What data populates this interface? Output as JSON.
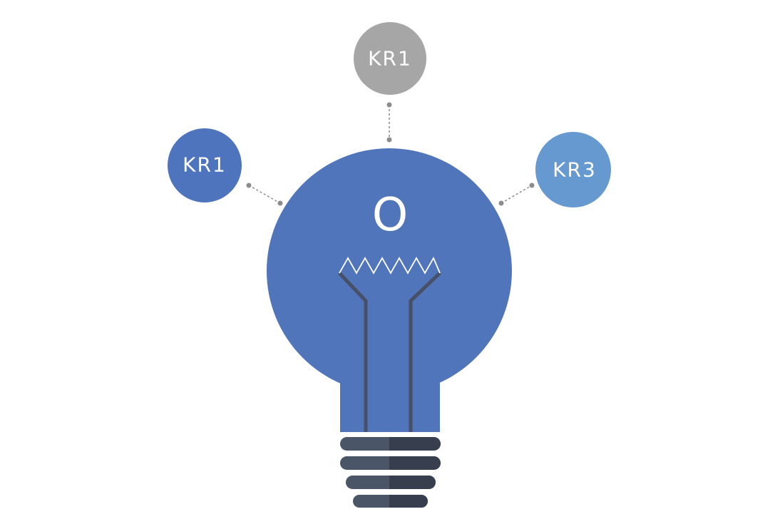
{
  "objective": {
    "label": "O",
    "color": "#5075ba"
  },
  "key_results": [
    {
      "label": "KR1",
      "color": "#4d74bd",
      "position": "left"
    },
    {
      "label": "KR1",
      "color": "#a6a6a6",
      "position": "top"
    },
    {
      "label": "KR3",
      "color": "#6699d0",
      "position": "right"
    }
  ],
  "colors": {
    "bulb": "#5075ba",
    "filament_wire": "#475066",
    "filament_zigzag": "#ffffff",
    "base_light": "#4b5568",
    "base_dark": "#373f4f",
    "connector": "#8c8c8c"
  }
}
